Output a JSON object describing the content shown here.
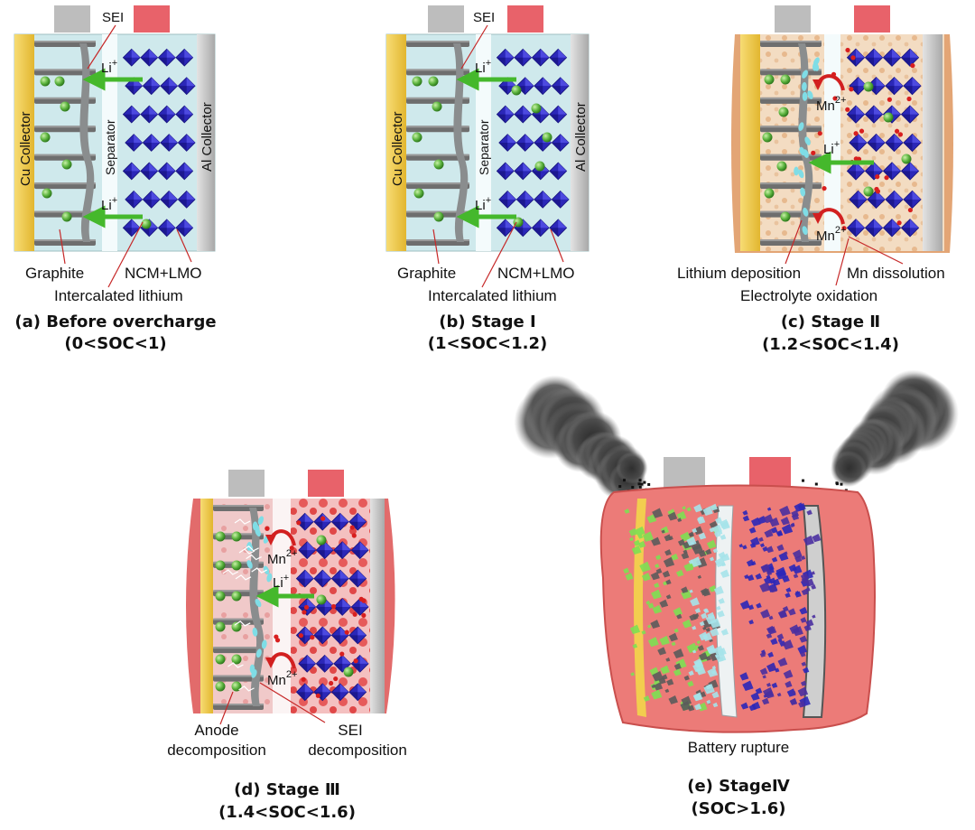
{
  "labels": {
    "sei": "SEI",
    "separator": "Separator",
    "cu_collector": "Cu Collector",
    "al_collector": "Al Collector",
    "li_ion": "Li",
    "li_charge": "+",
    "mn_ion": "Mn",
    "mn_charge": "2+",
    "graphite": "Graphite",
    "ncm_lmo": "NCM+LMO",
    "intercalated_lithium": "Intercalated lithium",
    "lithium_deposition": "Lithium deposition",
    "mn_dissolution": "Mn dissolution",
    "electrolyte_oxidation": "Electrolyte oxidation",
    "anode_decomposition_1": "Anode",
    "anode_decomposition_2": "decomposition",
    "sei_decomposition_1": "SEI",
    "sei_decomposition_2": "decomposition",
    "battery_rupture": "Battery rupture"
  },
  "panels": [
    {
      "id": "a",
      "caption": "(a) Before overcharge",
      "range": "(0<SOC<1)"
    },
    {
      "id": "b",
      "caption": "(b) Stage Ⅰ",
      "range": "(1<SOC<1.2)"
    },
    {
      "id": "c",
      "caption": "(c) Stage Ⅱ",
      "range": "(1.2<SOC<1.4)"
    },
    {
      "id": "d",
      "caption": "(d) Stage Ⅲ",
      "range": "(1.4<SOC<1.6)"
    },
    {
      "id": "e",
      "caption": "(e) StageⅣ",
      "range": "(SOC>1.6)"
    }
  ],
  "colors": {
    "cu_collector": "#f2cd4f",
    "al_collector": "#c9c9c9",
    "electrolyte_normal": "#cfe9ec",
    "electrolyte_warm": "#f3dcc2",
    "electrolyte_hot": "#f3b4b4",
    "casing_rupture": "#ec7b78",
    "graphite_layer": "#6e6e6e",
    "lithium_sphere": "#5cb43f",
    "cathode_crystal": "#2b27b8",
    "li_arrow": "#45b82c",
    "mn_arrow": "#d22020",
    "negative_tab": "#bdbdbd",
    "positive_tab": "#e8626a",
    "sei_layer": "#8a8d8e",
    "deposited_lithium": "#7fdde6",
    "smoke": "#3a3a3a"
  }
}
